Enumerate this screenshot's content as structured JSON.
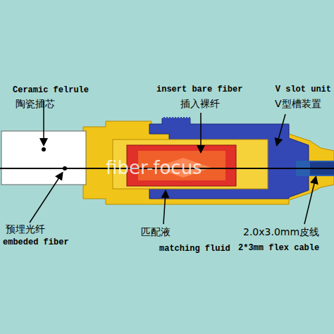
{
  "diagram": {
    "labels": [
      "Ceramic felrule",
      "陶瓷插芯",
      "insert bare fiber",
      "插入裸纤",
      "V slot unit",
      "V型槽装置",
      "预埋光纤",
      "embeded fiber",
      "匹配液",
      "matching fluid",
      "2.0x3.0mm皮线",
      "2*3mm flex cable",
      "fiber-focus"
    ]
  }
}
